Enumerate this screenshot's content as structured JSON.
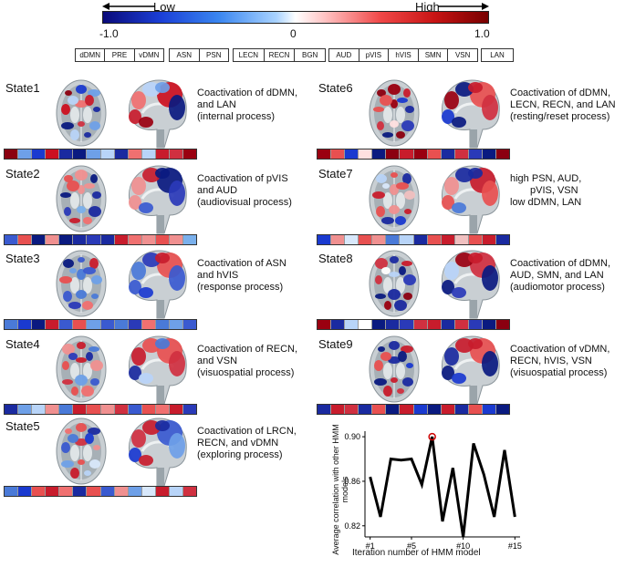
{
  "colorbar": {
    "low_label": "Low",
    "high_label": "High",
    "ticks": [
      "-1.0",
      "0",
      "1.0"
    ]
  },
  "networks": {
    "group1": [
      "dDMN",
      "PRE",
      "vDMN"
    ],
    "group2": [
      "ASN",
      "PSN"
    ],
    "group3": [
      "LECN",
      "RECN",
      "BGN"
    ],
    "group4": [
      "AUD",
      "pVIS",
      "hVIS",
      "SMN",
      "VSN"
    ],
    "group5": [
      "LAN"
    ]
  },
  "states": [
    {
      "label": "State1",
      "desc": [
        "Coactivation of dDMN,",
        "and LAN",
        "(internal process)"
      ],
      "strip": [
        "#8b0010",
        "#6ea0e8",
        "#1a3ad0",
        "#cc1020",
        "#1a2aa0",
        "#0a1a80",
        "#6ea0e8",
        "#b8d4f8",
        "#1a2aa0",
        "#f07070",
        "#b8d4f8",
        "#c81c2c",
        "#d03040",
        "#9a0010"
      ]
    },
    {
      "label": "State2",
      "desc": [
        "Coactivation of pVIS",
        "and AUD",
        "(audiovisual process)"
      ],
      "strip": [
        "#3a5ad0",
        "#e85050",
        "#0a1a80",
        "#f09090",
        "#0a1a80",
        "#1a2aa0",
        "#2a3ab8",
        "#1a2aa0",
        "#c81c2c",
        "#f07070",
        "#f09090",
        "#e85050",
        "#f09090",
        "#7ab0ec"
      ]
    },
    {
      "label": "State3",
      "desc": [
        "Coactivation of ASN",
        "and hVIS",
        "(response process)"
      ],
      "strip": [
        "#4a7ad8",
        "#1a3ad0",
        "#0a1a80",
        "#c81c2c",
        "#3a5ad0",
        "#e85050",
        "#6ea0e8",
        "#3a5ad0",
        "#4a7ad8",
        "#2a3ab8",
        "#f07070",
        "#4a7ad8",
        "#6ea0e8",
        "#3a5ad0"
      ]
    },
    {
      "label": "State4",
      "desc": [
        "Coactivation of  RECN,",
        "and VSN",
        "(visuospatial process)"
      ],
      "strip": [
        "#1a2aa0",
        "#6ea0e8",
        "#b8d4f8",
        "#f09090",
        "#4a7ad8",
        "#c81c2c",
        "#e85050",
        "#f09090",
        "#d03040",
        "#3a5ad0",
        "#e85050",
        "#f07070",
        "#c81c2c",
        "#2a3ab8"
      ]
    },
    {
      "label": "State5",
      "desc": [
        "Coactivation of LRCN,",
        "RECN, and vDMN",
        "(exploring process)"
      ],
      "strip": [
        "#4a7ad8",
        "#1a3ad0",
        "#e85050",
        "#c81c2c",
        "#f07070",
        "#1a2aa0",
        "#e85050",
        "#3a5ad0",
        "#f09090",
        "#6ea0e8",
        "#d8e8fb",
        "#c81c2c",
        "#b8d4f8",
        "#d03040"
      ]
    },
    {
      "label": "State6",
      "desc": [
        "Coactivation of dDMN,",
        "LECN, RECN, and LAN",
        "(resting/reset process)"
      ],
      "strip": [
        "#9a0010",
        "#e85050",
        "#1a3ad0",
        "#ffe0e0",
        "#0a1a80",
        "#8b0010",
        "#c81c2c",
        "#9a0010",
        "#e85050",
        "#1a2aa0",
        "#d03040",
        "#2a3ab8",
        "#0a1a80",
        "#8b0010"
      ]
    },
    {
      "label": "State7",
      "desc": [
        "high PSN, AUD,",
        "pVIS, VSN",
        "low dDMN, LAN"
      ],
      "strip": [
        "#1a3ad0",
        "#f09090",
        "#d8e8fb",
        "#e85050",
        "#f09090",
        "#4a7ad8",
        "#b8d4f8",
        "#1a2aa0",
        "#e85050",
        "#c81c2c",
        "#f0c0c0",
        "#e85050",
        "#c81c2c",
        "#1a2aa0"
      ]
    },
    {
      "label": "State8",
      "desc": [
        "Coactivation of dDMN,",
        "AUD, SMN,  and LAN",
        "(audiomotor process)"
      ],
      "strip": [
        "#9a0010",
        "#1a2aa0",
        "#b8d4f8",
        "#ffffff",
        "#0a1a80",
        "#1a2aa0",
        "#2a3ab8",
        "#d03040",
        "#c81c2c",
        "#1a2aa0",
        "#d03040",
        "#2a3ab8",
        "#0a1a80",
        "#8b0010"
      ]
    },
    {
      "label": "State9",
      "desc": [
        "Coactivation of vDMN,",
        "RECN, hVIS, VSN",
        "(visuospatial process)"
      ],
      "strip": [
        "#1a2aa0",
        "#c81c2c",
        "#d03040",
        "#1a2aa0",
        "#e85050",
        "#0a1a80",
        "#c81c2c",
        "#1a3ad0",
        "#0a1a80",
        "#c81c2c",
        "#1a2aa0",
        "#e85050",
        "#1a3ad0",
        "#0a1a80"
      ]
    }
  ],
  "chart_data": {
    "type": "line",
    "ylabel": "Average correlation with other HMM models",
    "xlabel": "Iteration number of HMM model",
    "x": [
      1,
      2,
      3,
      4,
      5,
      6,
      7,
      8,
      9,
      10,
      11,
      12,
      13,
      14,
      15
    ],
    "values": [
      0.864,
      0.828,
      0.88,
      0.879,
      0.88,
      0.857,
      0.9,
      0.824,
      0.872,
      0.81,
      0.894,
      0.866,
      0.828,
      0.888,
      0.828
    ],
    "xticks": [
      "#1",
      "#5",
      "#10",
      "#15"
    ],
    "yticks": [
      "0.82",
      "0.86",
      "0.90"
    ],
    "ylim": [
      0.81,
      0.905
    ],
    "highlight_x": 7,
    "colors": {
      "line": "#000000",
      "highlight": "#cc0000"
    }
  }
}
